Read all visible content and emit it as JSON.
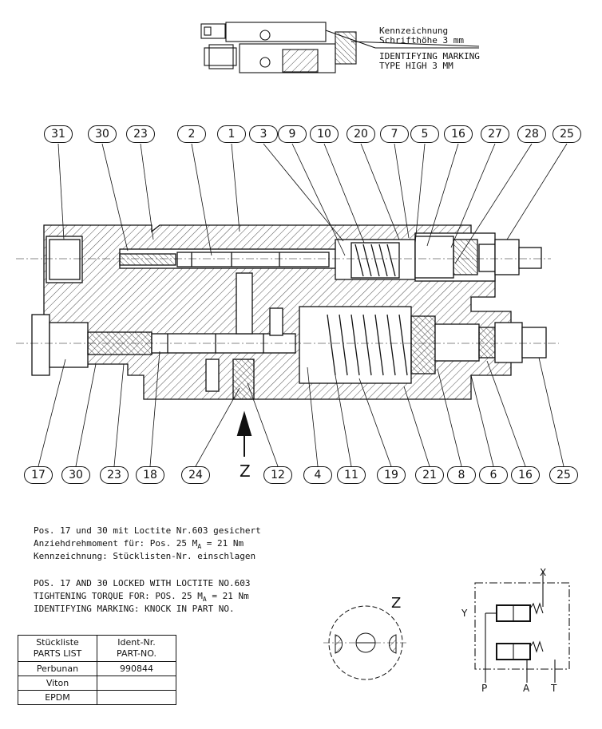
{
  "header_note": {
    "de_line1": "Kennzeichnung",
    "de_line2": "Schrifthöhe 3 mm",
    "en_line1": "IDENTIFYING MARKING",
    "en_line2": "TYPE HIGH 3 MM"
  },
  "top_callouts": [
    "31",
    "30",
    "23",
    "2",
    "1",
    "3",
    "9",
    "10",
    "20",
    "7",
    "5",
    "16",
    "27",
    "28",
    "25"
  ],
  "bottom_callouts": [
    "17",
    "30",
    "23",
    "18",
    "24",
    "12",
    "4",
    "11",
    "19",
    "21",
    "8",
    "6",
    "16",
    "25"
  ],
  "view_label": "Z",
  "notes_de": [
    "Pos. 17 und 30 mit Loctite Nr.603 gesichert",
    "Anziehdrehmoment für: Pos. 25 M",
    "Kennzeichnung: Stücklisten-Nr. einschlagen"
  ],
  "notes_de_torque_sub": "A",
  "notes_de_torque_value": " = 21 Nm",
  "notes_en": [
    "POS. 17 AND 30 LOCKED WITH LOCTITE NO.603",
    "TIGHTENING TORQUE FOR:   POS. 25 M",
    "IDENTIFYING MARKING: KNOCK IN PART NO."
  ],
  "notes_en_torque_sub": "A",
  "notes_en_torque_value": " = 21 Nm",
  "parts_list": {
    "header_col1_line1": "Stückliste",
    "header_col1_line2": "PARTS LIST",
    "header_col2_line1": "Ident-Nr.",
    "header_col2_line2": "PART-NO.",
    "rows": [
      {
        "material": "Perbunan",
        "part_no": "990844"
      },
      {
        "material": "Viton",
        "part_no": ""
      },
      {
        "material": "EPDM",
        "part_no": ""
      }
    ]
  },
  "schematic_ports": {
    "x": "X",
    "y": "Y",
    "p": "P",
    "a": "A",
    "t": "T"
  }
}
